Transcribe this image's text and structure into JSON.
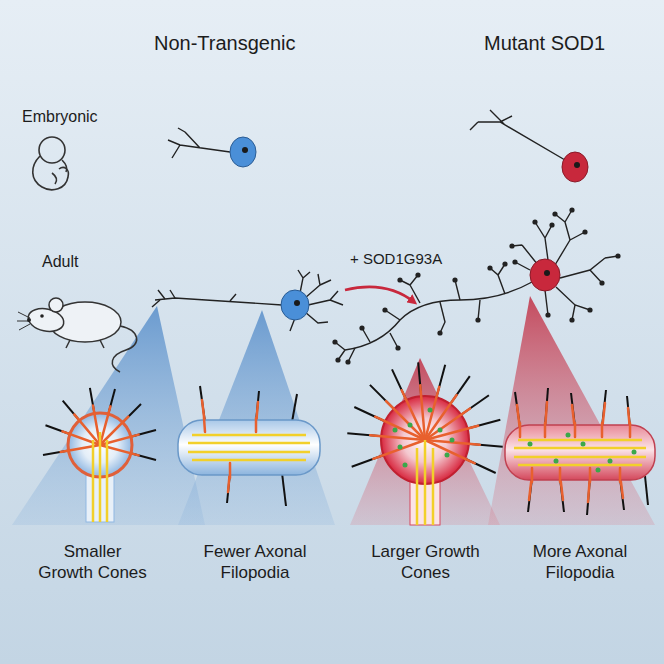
{
  "diagram": {
    "labels": [
      "Non-Transgenic",
      "Mutant SOD1",
      "Embryonic",
      "Adult",
      "+ SOD1G93A",
      "Smaller Growth Cones",
      "Fewer Axonal Filopodia",
      "Larger Growth Cones",
      "More Axonal Filopodia"
    ]
  }
}
